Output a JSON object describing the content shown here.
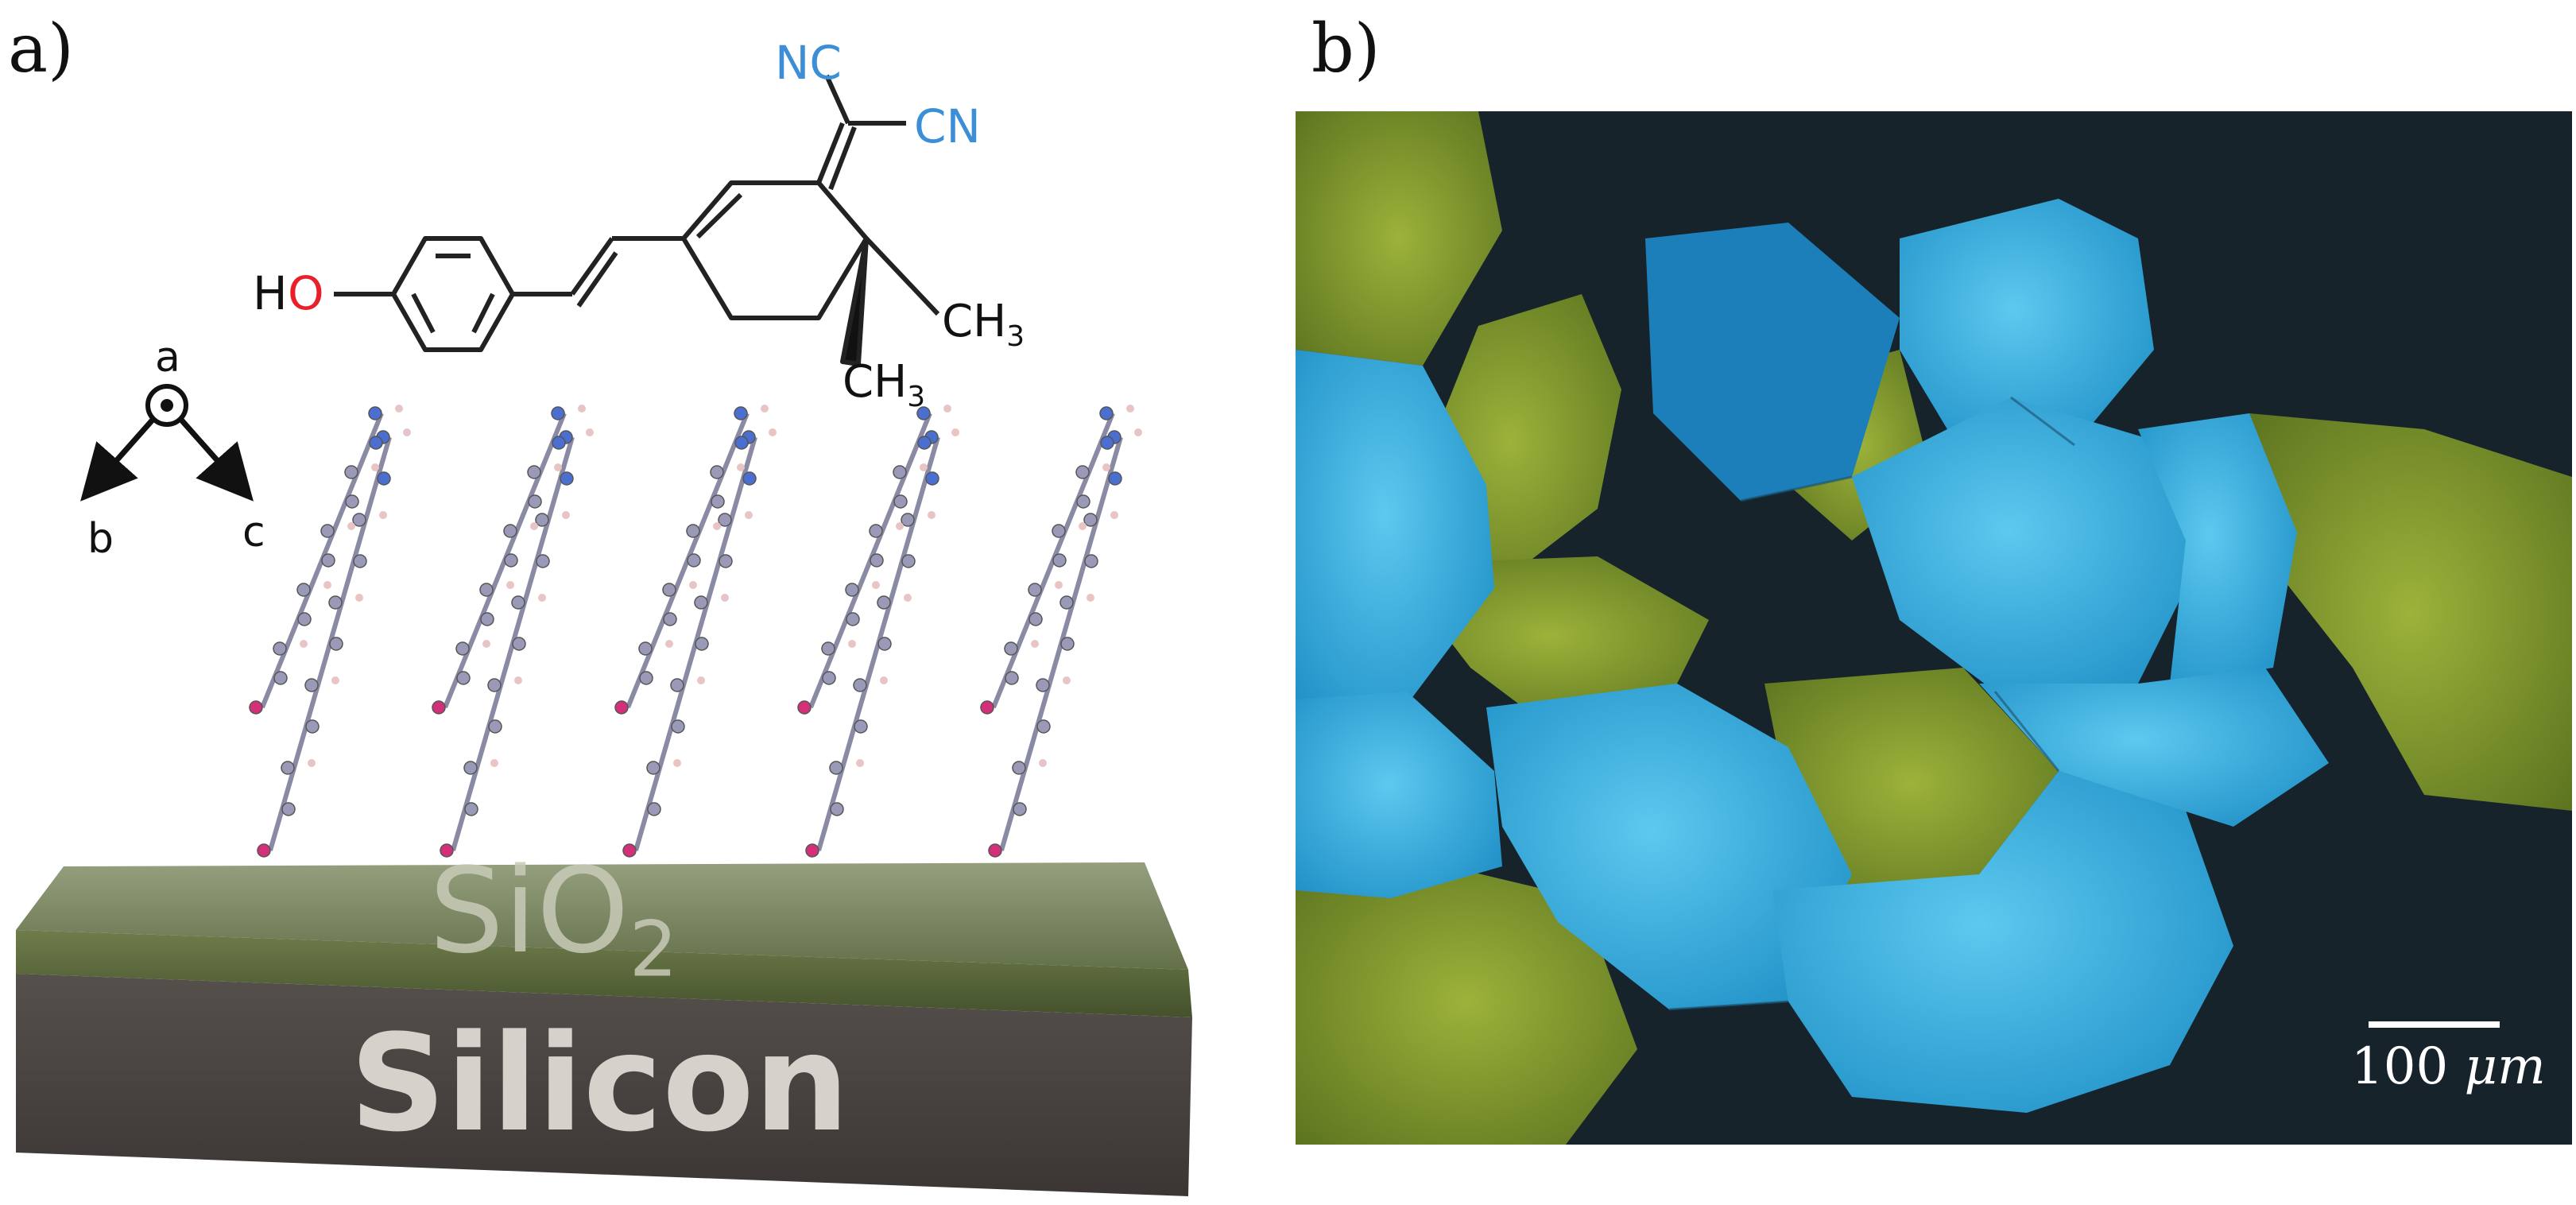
{
  "figure": {
    "panel_a": {
      "label": "a)",
      "molecule": {
        "hydroxyl_H": "H",
        "hydroxyl_O": "O",
        "nitrile_1": "NC",
        "nitrile_2": "CN",
        "methyl_1": "CH",
        "methyl_1_sub": "3",
        "methyl_2": "CH",
        "methyl_2_sub": "3"
      },
      "axes": {
        "a": "a",
        "b": "b",
        "c": "c"
      },
      "substrate": {
        "oxide_main": "SiO",
        "oxide_sub": "2",
        "base": "Silicon"
      },
      "colors": {
        "oxygen": "#e8202a",
        "nitrogen": "#3c8fd6",
        "oxide": "#5f6b45",
        "silicon": "#4a4542",
        "crystal_atom_magenta": "#d4307a",
        "crystal_atom_blue": "#4a6fd0"
      }
    },
    "panel_b": {
      "label": "b)",
      "scale_bar": {
        "value": "100",
        "unit": "μm"
      },
      "colors": {
        "background": "#16232b",
        "blue_domain": "#2aa8df",
        "green_domain": "#7e9a2c"
      }
    }
  }
}
